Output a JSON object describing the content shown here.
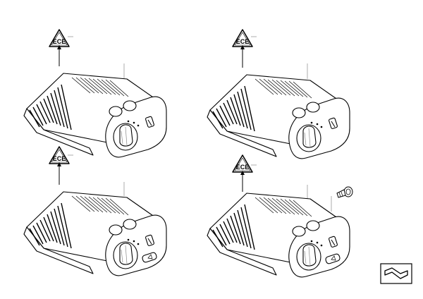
{
  "diagram": {
    "variants": [
      {
        "id": "tl",
        "warning_label": "ECE",
        "has_lower_button": false,
        "has_screw": false
      },
      {
        "id": "tr",
        "warning_label": "ECE",
        "has_lower_button": false,
        "has_screw": false
      },
      {
        "id": "bl",
        "warning_label": "ECE",
        "has_lower_button": true,
        "has_screw": false
      },
      {
        "id": "br",
        "warning_label": "ECE",
        "has_lower_button": true,
        "has_screw": true
      }
    ],
    "icons": [
      "warning-triangle-icon",
      "cable-connector-icon",
      "screw-icon"
    ]
  }
}
